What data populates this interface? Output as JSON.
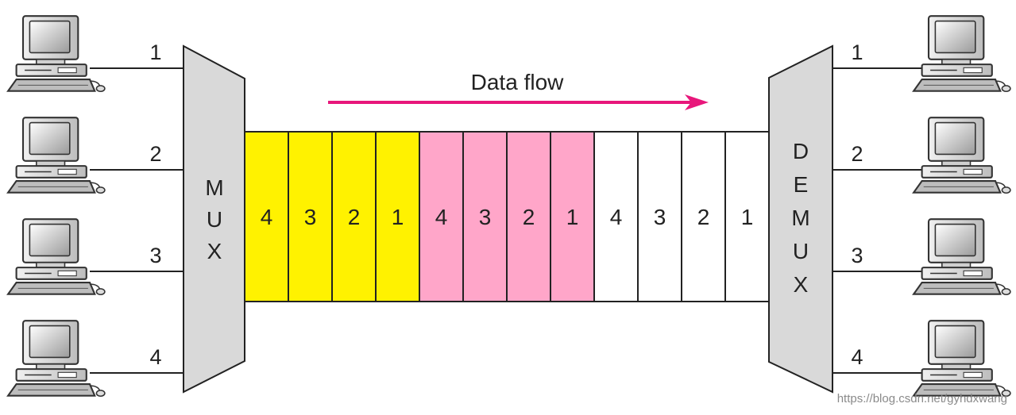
{
  "flow_label": "Data flow",
  "mux_letters": [
    "M",
    "U",
    "X"
  ],
  "demux_letters": [
    "D",
    "E",
    "M",
    "U",
    "X"
  ],
  "input_ports": [
    "1",
    "2",
    "3",
    "4"
  ],
  "output_ports": [
    "1",
    "2",
    "3",
    "4"
  ],
  "frames": [
    {
      "color": "#fff200",
      "slots": [
        "4",
        "3",
        "2",
        "1"
      ]
    },
    {
      "color": "#ffa6c9",
      "slots": [
        "4",
        "3",
        "2",
        "1"
      ]
    },
    {
      "color": "#ffffff",
      "slots": [
        "4",
        "3",
        "2",
        "1"
      ]
    }
  ],
  "colors": {
    "arrow": "#e8177b",
    "device_fill": "#d9d9d9",
    "line": "#222222"
  },
  "watermark": "https://blog.csdn.net/gyhdxwang",
  "icons": {
    "terminals": "computer-icon"
  }
}
